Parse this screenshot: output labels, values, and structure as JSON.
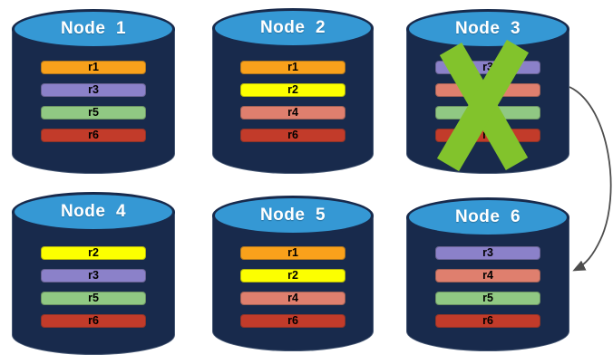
{
  "nodes": [
    {
      "title": "Node  1",
      "records": [
        {
          "label": "r1",
          "color": "#F9A11B"
        },
        {
          "label": "r3",
          "color": "#8B81C9"
        },
        {
          "label": "r5",
          "color": "#90C883"
        },
        {
          "label": "r6",
          "color": "#C23B2A"
        }
      ]
    },
    {
      "title": "Node  2",
      "records": [
        {
          "label": "r1",
          "color": "#F9A11B"
        },
        {
          "label": "r2",
          "color": "#FCFF00"
        },
        {
          "label": "r4",
          "color": "#DF7F6E"
        },
        {
          "label": "r6",
          "color": "#C23B2A"
        }
      ]
    },
    {
      "title": "Node  3",
      "status": "failed",
      "records": [
        {
          "label": "r3",
          "color": "#8B81C9"
        },
        {
          "label": "r4",
          "color": "#DF7F6E"
        },
        {
          "label": "r5",
          "color": "#90C883"
        },
        {
          "label": "r6",
          "color": "#C23B2A"
        }
      ]
    },
    {
      "title": "Node  4",
      "records": [
        {
          "label": "r2",
          "color": "#FCFF00"
        },
        {
          "label": "r3",
          "color": "#8B81C9"
        },
        {
          "label": "r5",
          "color": "#90C883"
        },
        {
          "label": "r6",
          "color": "#C23B2A"
        }
      ]
    },
    {
      "title": "Node  5",
      "records": [
        {
          "label": "r1",
          "color": "#F9A11B"
        },
        {
          "label": "r2",
          "color": "#FCFF00"
        },
        {
          "label": "r4",
          "color": "#DF7F6E"
        },
        {
          "label": "r6",
          "color": "#C23B2A"
        }
      ]
    },
    {
      "title": "Node  6",
      "records": [
        {
          "label": "r3",
          "color": "#8B81C9"
        },
        {
          "label": "r4",
          "color": "#DF7F6E"
        },
        {
          "label": "r5",
          "color": "#90C883"
        },
        {
          "label": "r6",
          "color": "#C23B2A"
        }
      ]
    }
  ],
  "colors": {
    "cylinder_body": "#182A4C",
    "cylinder_top": "#3598D4",
    "failure_x": "#82C32C",
    "arrow": "#4D4D4D",
    "title_text": "#FFFFFF",
    "record_text": "#000000"
  },
  "icons": {
    "failure_x": "green-x-mark over Node 3",
    "failover_arrow": "curved arrow from Node 3 to Node 6"
  }
}
